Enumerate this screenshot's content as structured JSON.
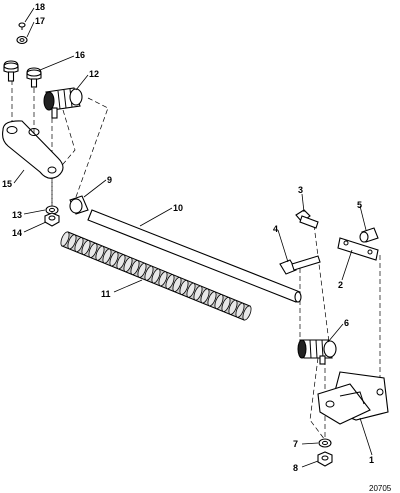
{
  "diagram": {
    "callouts": [
      {
        "id": "c1",
        "label": "1"
      },
      {
        "id": "c2",
        "label": "2"
      },
      {
        "id": "c3",
        "label": "3"
      },
      {
        "id": "c4",
        "label": "4"
      },
      {
        "id": "c5",
        "label": "5"
      },
      {
        "id": "c6",
        "label": "6"
      },
      {
        "id": "c7",
        "label": "7"
      },
      {
        "id": "c8",
        "label": "8"
      },
      {
        "id": "c9",
        "label": "9"
      },
      {
        "id": "c10",
        "label": "10"
      },
      {
        "id": "c11",
        "label": "11"
      },
      {
        "id": "c12",
        "label": "12"
      },
      {
        "id": "c13",
        "label": "13"
      },
      {
        "id": "c14",
        "label": "14"
      },
      {
        "id": "c15",
        "label": "15"
      },
      {
        "id": "c16",
        "label": "16"
      },
      {
        "id": "c17",
        "label": "17"
      },
      {
        "id": "c18",
        "label": "18"
      }
    ],
    "figure_number": "20705"
  }
}
